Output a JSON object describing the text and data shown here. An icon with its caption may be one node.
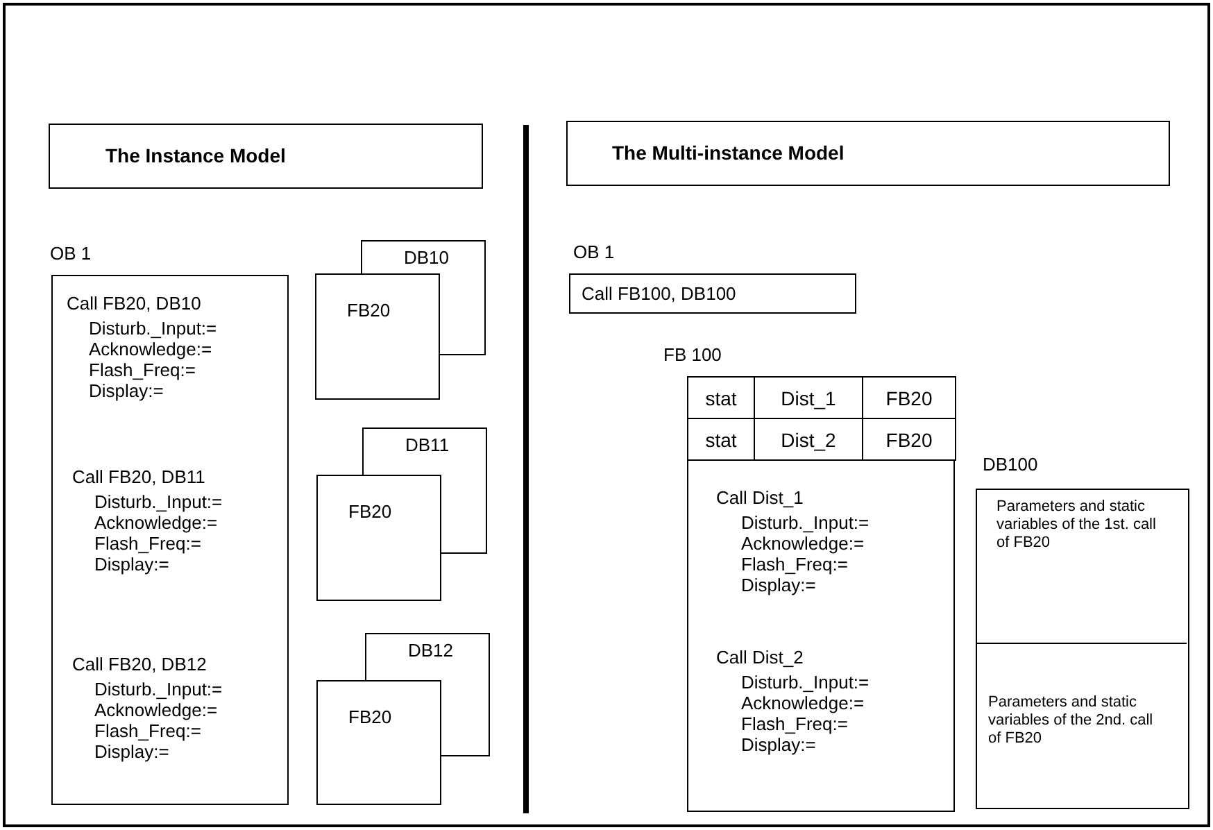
{
  "diagram": {
    "nodes": [
      {
        "text": [
          "The Instance Model"
        ]
      },
      {
        "text": [
          "OB 1",
          "Call FB20, DB10",
          "Disturb._Input:= Acknowledge:= Flash_Freq:= Display:=",
          "Call FB20, DB11",
          "Disturb._Input:= Acknowledge:= Flash_Freq:= Display:=",
          "Call FB20, DB12",
          "Disturb._Input:= Acknowledge:= Flash_Freq:= Display:="
        ]
      },
      {
        "text": [
          "DB10"
        ]
      },
      {
        "text": [
          "FB20"
        ]
      },
      {
        "text": [
          "DB11"
        ]
      },
      {
        "text": [
          "FB20"
        ]
      },
      {
        "text": [
          "DB12"
        ]
      },
      {
        "text": [
          "FB20"
        ]
      },
      {
        "text": [
          "The Multi-instance Model"
        ]
      },
      {
        "text": [
          "OB 1",
          "Call FB100, DB100"
        ]
      },
      {
        "text": [
          "FB 100",
          "stat",
          "Dist_1",
          "FB20",
          "stat",
          "Dist_2",
          "FB20",
          "Call Dist_1",
          "Disturb._Input:= Acknowledge:= Flash_Freq:= Display:=",
          "Call Dist_2",
          "Disturb._Input:= Acknowledge:= Flash_Freq:= Display:="
        ]
      },
      {
        "text": [
          "DB100"
        ]
      },
      {
        "text": [
          "Parameters and static variables of the 1st. call of FB20"
        ],
        "in": 11
      },
      {
        "text": [
          "Parameters and static variables of the 2nd. call of FB20"
        ],
        "in": 11
      }
    ]
  }
}
